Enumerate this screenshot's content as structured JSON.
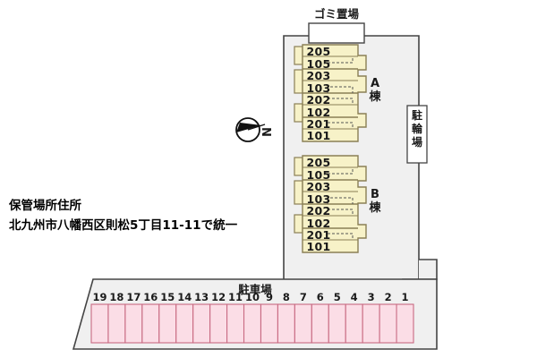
{
  "plan": {
    "title_garbage": "ゴミ置場",
    "bicycle_parking_label": "駐輪場",
    "parking_label": "駐車場",
    "compass": {
      "name": "north-arrow",
      "letter": "N"
    },
    "address_block": {
      "heading": "保管場所住所",
      "line": "北九州市八幡西区則松5丁目11-11で統一"
    },
    "buildings": [
      {
        "name": "A棟",
        "id": "building-a",
        "rows": [
          {
            "upper": "205",
            "lower": "105"
          },
          {
            "upper": "203",
            "lower": "103"
          },
          {
            "upper": "202",
            "lower": "102"
          },
          {
            "upper": "201",
            "lower": "101"
          }
        ]
      },
      {
        "name": "B棟",
        "id": "building-b",
        "rows": [
          {
            "upper": "205",
            "lower": "105"
          },
          {
            "upper": "203",
            "lower": "103"
          },
          {
            "upper": "202",
            "lower": "102"
          },
          {
            "upper": "201",
            "lower": "101"
          }
        ]
      }
    ],
    "parking_stalls": [
      "19",
      "18",
      "17",
      "16",
      "15",
      "14",
      "13",
      "12",
      "11",
      "10",
      "9",
      "8",
      "7",
      "6",
      "5",
      "4",
      "3",
      "2",
      "1"
    ],
    "colors": {
      "building_fill": "#f7f2c8",
      "building_stroke": "#8a7f55",
      "stall_fill": "#fbdde6",
      "stall_stroke": "#c86a82",
      "site_fill": "#f0f0f0",
      "site_stroke": "#444444",
      "text": "#1a1a1a"
    }
  }
}
